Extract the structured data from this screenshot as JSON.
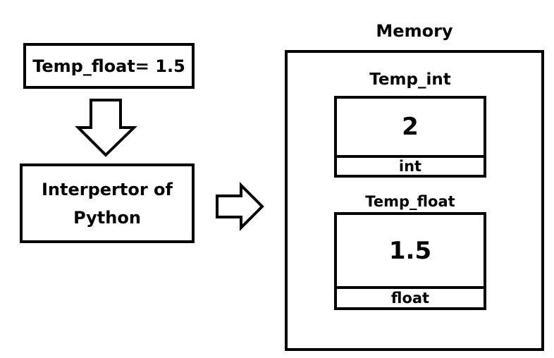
{
  "source_code": {
    "text": "Temp_float= 1.5"
  },
  "interpreter": {
    "line1": "Interpertor of",
    "line2": "Python"
  },
  "memory": {
    "title": "Memory",
    "variables": [
      {
        "name": "Temp_int",
        "value": "2",
        "type": "int"
      },
      {
        "name": "Temp_float",
        "value": "1.5",
        "type": "float"
      }
    ]
  },
  "icons": {
    "down_arrow": "down-arrow-icon",
    "right_arrow": "right-arrow-icon"
  },
  "colors": {
    "stroke": "#000000",
    "background": "#ffffff"
  }
}
